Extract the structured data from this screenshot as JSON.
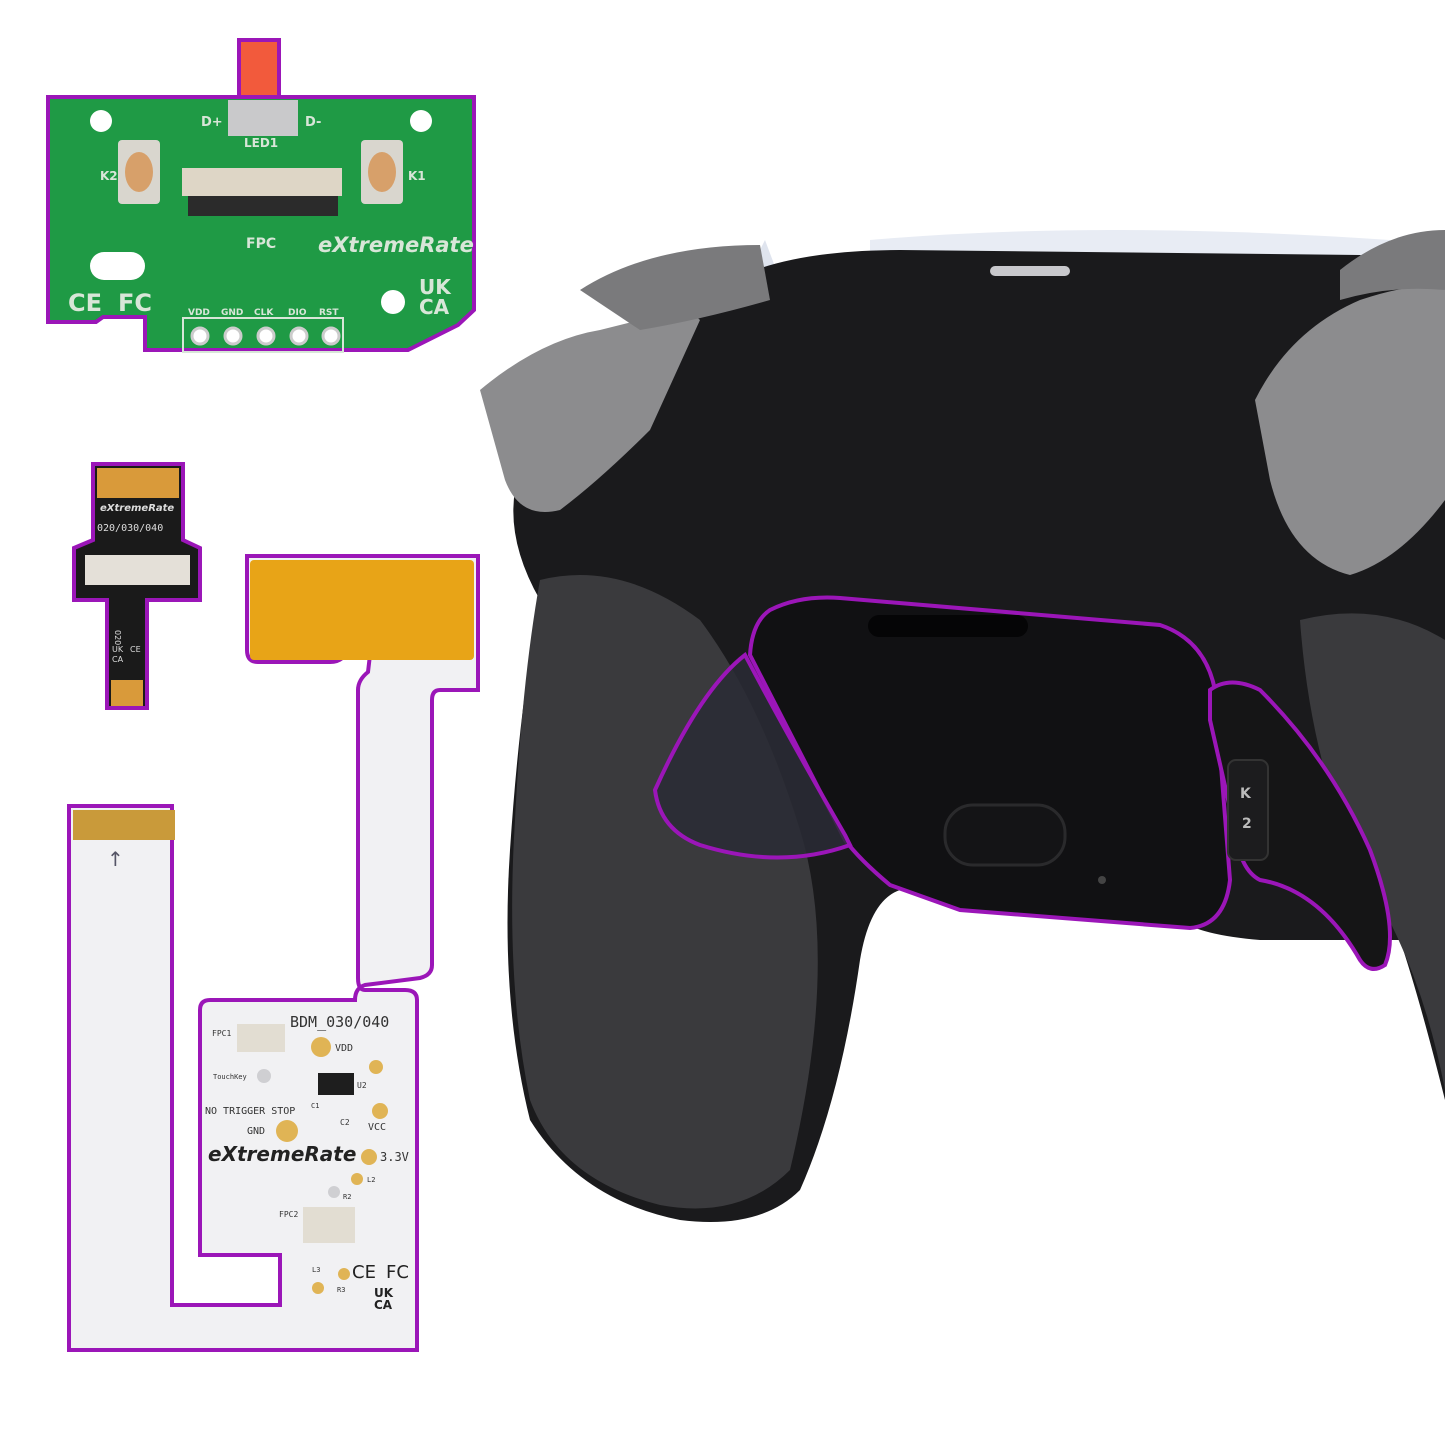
{
  "colors": {
    "outline": "#9b16b8",
    "pcb_green": "#1f9a45",
    "flex_white": "#f1f1f3",
    "flex_gold": "#e8a417",
    "controller_black": "#1a1a1c",
    "trigger_grey": "#8a8a8c",
    "led_red": "#f25a3c"
  },
  "main_board": {
    "d_plus": "D+",
    "d_minus": "D-",
    "led": "LED1",
    "k2": "K2",
    "k1": "K1",
    "fpc": "FPC",
    "brand": "eXtremeRate",
    "ce": "CE",
    "fc": "FC",
    "uk": "UK",
    "ca": "CA",
    "pins": [
      "VDD",
      "GND",
      "CLK",
      "DIO",
      "RST"
    ]
  },
  "small_cable": {
    "brand": "eXtremeRate",
    "model": "020/030/040",
    "code": "020",
    "uk": "UK",
    "ca": "CA",
    "ce": "CE"
  },
  "flex_board": {
    "model": "BDM_030/040",
    "fpc1": "FPC1",
    "vdd": "VDD",
    "touchkey": "TouchKey",
    "u2": "U2",
    "c1": "C1",
    "no_trigger_stop": "NO TRIGGER STOP",
    "c2": "C2",
    "vcc": "VCC",
    "gnd": "GND",
    "brand": "eXtremeRate",
    "v33": "3.3V",
    "l2": "L2",
    "r2": "R2",
    "fpc2": "FPC2",
    "l3": "L3",
    "r3": "R3",
    "ce": "CE",
    "fc": "FC",
    "uk": "UK",
    "ca": "CA"
  },
  "controller": {
    "back_button_label_1": "K",
    "back_button_label_2": "2"
  }
}
